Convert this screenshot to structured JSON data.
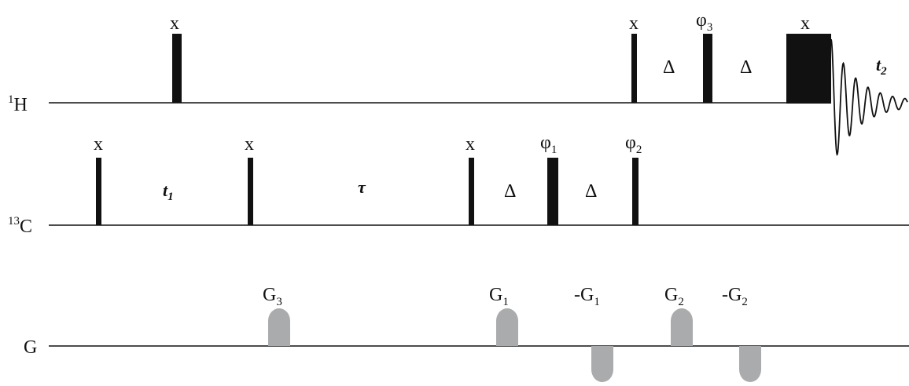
{
  "channels": {
    "h1": {
      "sup": "1",
      "name": "H"
    },
    "c13": {
      "sup": "13",
      "name": "C"
    },
    "g": {
      "name": "G"
    }
  },
  "h_phases": {
    "p1": "x",
    "p2": "x",
    "p3_base": "φ",
    "p3_sub": "3",
    "p4": "x"
  },
  "h_delays": {
    "d1": "Δ",
    "d2": "Δ"
  },
  "h_acq": {
    "base": "t",
    "sub": "2"
  },
  "c_phases": {
    "p1": "x",
    "p2": "x",
    "p3": "x",
    "p4_base": "φ",
    "p4_sub": "1",
    "p5_base": "φ",
    "p5_sub": "2"
  },
  "c_delays": {
    "t1_base": "t",
    "t1_sub": "1",
    "tau": "τ",
    "d1": "Δ",
    "d2": "Δ"
  },
  "gradients": {
    "g3": {
      "base": "G",
      "sub": "3"
    },
    "g1": {
      "base": "G",
      "sub": "1"
    },
    "mg1": {
      "base": "-G",
      "sub": "1"
    },
    "g2": {
      "base": "G",
      "sub": "2"
    },
    "mg2": {
      "base": "-G",
      "sub": "2"
    }
  },
  "colors": {
    "pulse": "#111111",
    "gradient": "#a9abad",
    "baseline": "#111111"
  }
}
